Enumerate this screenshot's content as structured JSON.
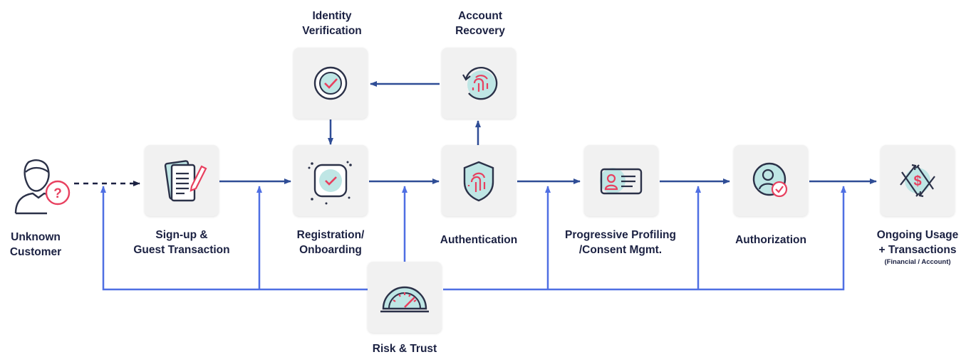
{
  "colors": {
    "flow_arrow": "#2f4d96",
    "risk_arrow": "#4f6fe3",
    "accent": "#e8405f",
    "icon_fill": "#bfe6e5",
    "icon_stroke": "#2b3148",
    "box_bg": "#f1f1f1",
    "text": "#1b2142"
  },
  "nodes": {
    "unknown_customer": {
      "label": [
        "Unknown",
        "Customer"
      ],
      "icon": "unknown-user-icon"
    },
    "signup": {
      "label": [
        "Sign-up &",
        "Guest Transaction"
      ],
      "icon": "document-pen-icon"
    },
    "registration": {
      "label": [
        "Registration/",
        "Onboarding"
      ],
      "icon": "check-badge-icon"
    },
    "identity_verification": {
      "label": [
        "Identity",
        "Verification"
      ],
      "icon": "verified-check-icon"
    },
    "account_recovery": {
      "label": [
        "Account",
        "Recovery"
      ],
      "icon": "fingerprint-refresh-icon"
    },
    "authentication": {
      "label": [
        "Authentication"
      ],
      "icon": "fingerprint-shield-icon"
    },
    "progressive_profiling": {
      "label": [
        "Progressive Profiling",
        "/Consent Mgmt."
      ],
      "icon": "id-card-icon"
    },
    "authorization": {
      "label": [
        "Authorization"
      ],
      "icon": "user-check-icon"
    },
    "ongoing_usage": {
      "label": [
        "Ongoing Usage",
        "+ Transactions"
      ],
      "sublabel": "(Financial / Account)",
      "icon": "dollar-exchange-icon"
    },
    "risk_trust": {
      "label": [
        "Risk & Trust"
      ],
      "icon": "speedometer-icon"
    }
  }
}
